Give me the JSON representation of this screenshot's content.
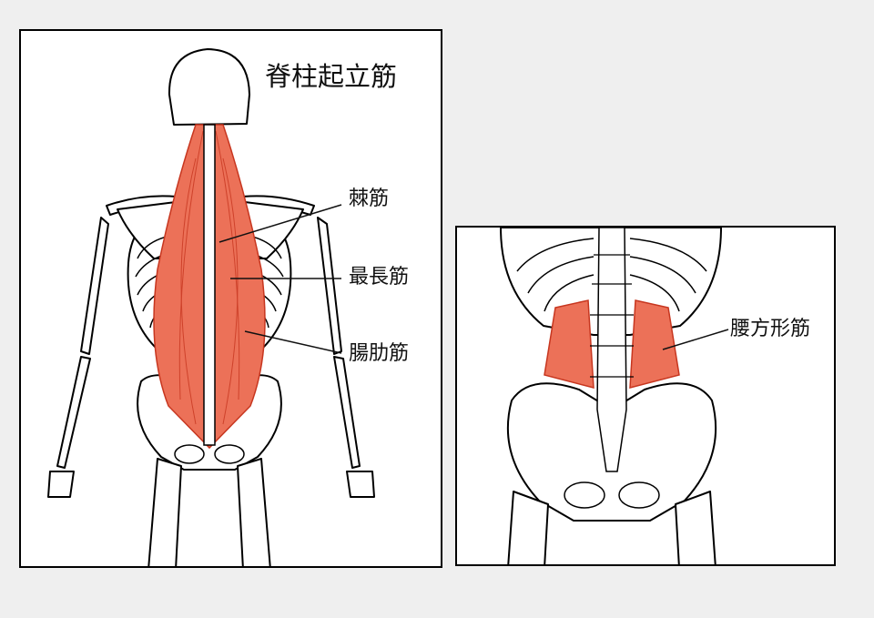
{
  "colors": {
    "background": "#efefef",
    "panel": "#ffffff",
    "outline": "#000000",
    "muscle": "#ec7158",
    "muscle_dark": "#c7361f"
  },
  "left_panel": {
    "title": "脊柱起立筋",
    "labels": {
      "spinalis": "棘筋",
      "longissimus": "最長筋",
      "iliocostalis": "腸肋筋"
    }
  },
  "right_panel": {
    "labels": {
      "quadratus_lumborum": "腰方形筋"
    }
  }
}
